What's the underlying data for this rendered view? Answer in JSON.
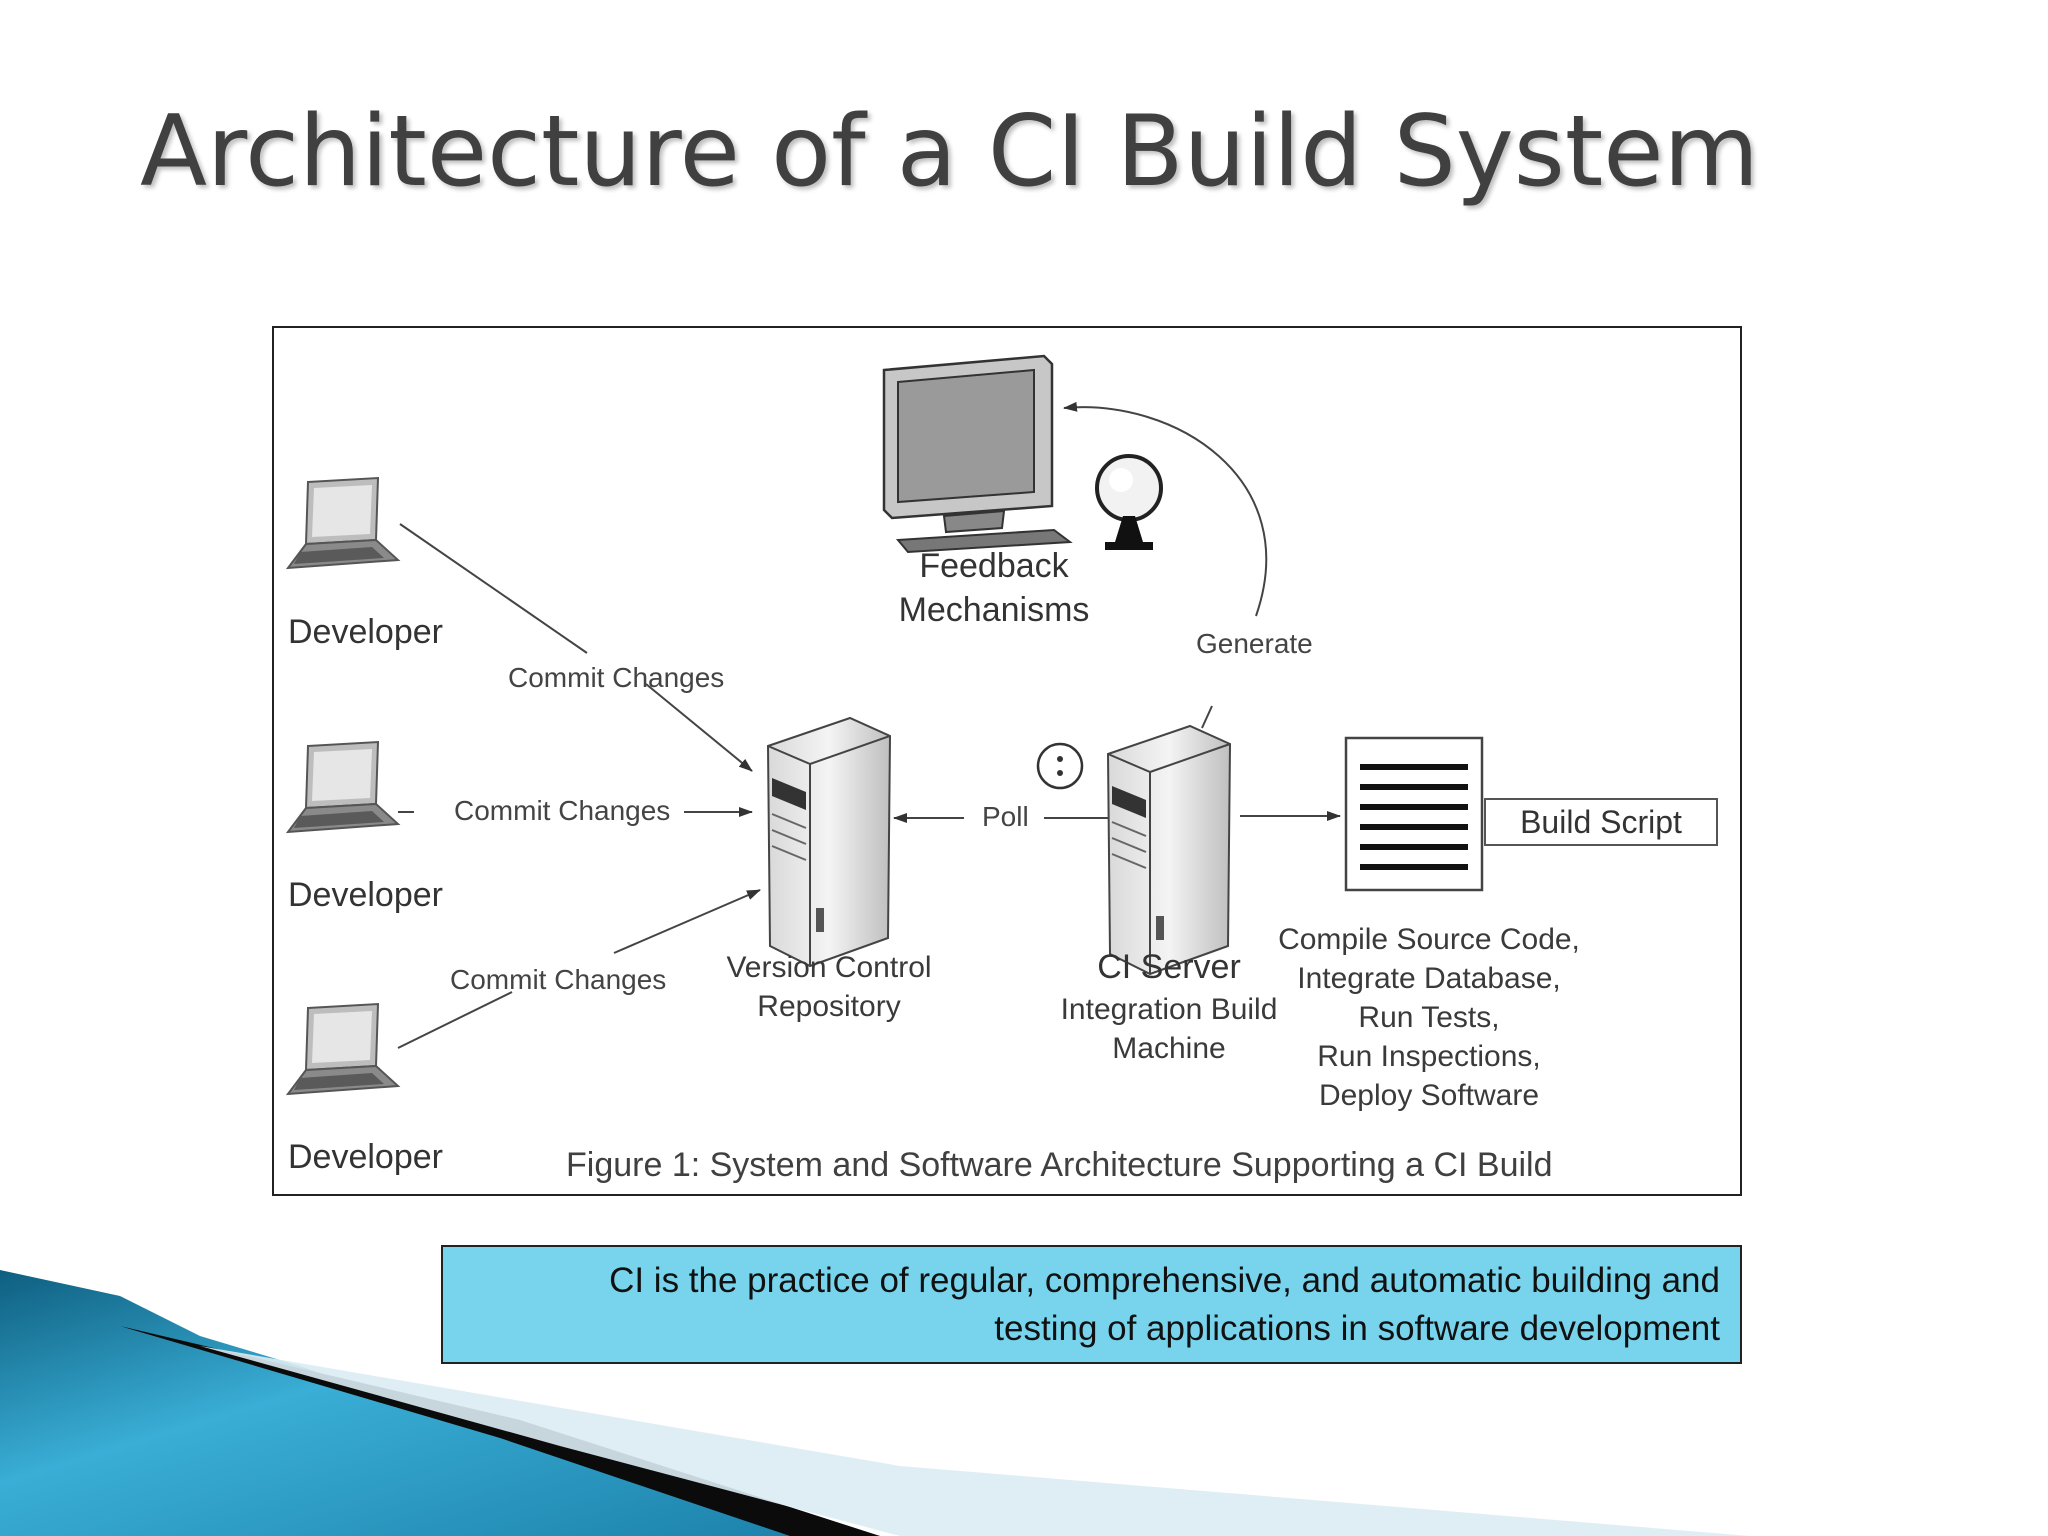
{
  "title": "Architecture of a CI Build System",
  "diagram": {
    "developers": [
      "Developer",
      "Developer",
      "Developer"
    ],
    "commit_labels": [
      "Commit Changes",
      "Commit Changes",
      "Commit Changes"
    ],
    "feedback_label": [
      "Feedback",
      "Mechanisms"
    ],
    "generate_label": "Generate",
    "poll_label": "Poll",
    "vcs_label": [
      "Version Control",
      "Repository"
    ],
    "ci_server_title": "CI Server",
    "ci_server_sub": [
      "Integration Build",
      "Machine"
    ],
    "build_script_label": "Build Script",
    "build_steps": [
      "Compile Source Code,",
      "Integrate Database,",
      "Run Tests,",
      "Run Inspections,",
      "Deploy Software"
    ],
    "icons": [
      "laptop-icon",
      "server-icon",
      "monitor-icon",
      "siren-lamp-icon",
      "clock-icon",
      "document-icon"
    ]
  },
  "figure_caption": "Figure 1:  System and Software Architecture Supporting a CI Build",
  "callout_text": [
    "CI is the practice of regular, comprehensive, and automatic building and",
    "testing of applications in software development"
  ],
  "colors": {
    "callout_bg": "#78d4ec",
    "title": "#404040",
    "accent": "#1a7fa8"
  }
}
